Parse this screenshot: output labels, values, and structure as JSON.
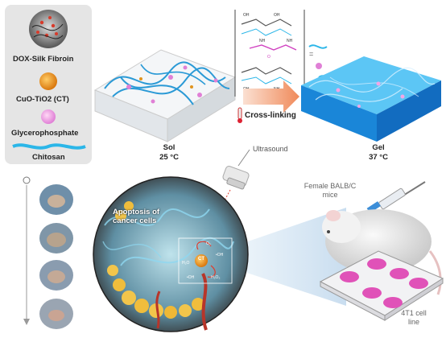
{
  "legend": {
    "dox_silk": "DOX-Silk Fibroin",
    "cuo_tio2": "CuO-TiO2 (CT)",
    "glycerophosphate": "Glycerophosphate",
    "chitosan": "Chitosan"
  },
  "states": {
    "sol_label": "Sol",
    "sol_temp": "25 °C",
    "gel_label": "Gel",
    "gel_temp": "37 °C",
    "crosslinking": "Cross-linking"
  },
  "treatment": {
    "ultrasound": "Ultrasound",
    "apoptosis": "Apoptosis of cancer cells",
    "ct_center": "CT"
  },
  "mice": {
    "label": "Female BALB/C mice",
    "cell_line": "4T1 cell line"
  },
  "colors": {
    "chitosan": "#2bb6e8",
    "gel": "#1e9be6",
    "arrow_orange": "#f2a07a",
    "wells": "#e052b8"
  }
}
